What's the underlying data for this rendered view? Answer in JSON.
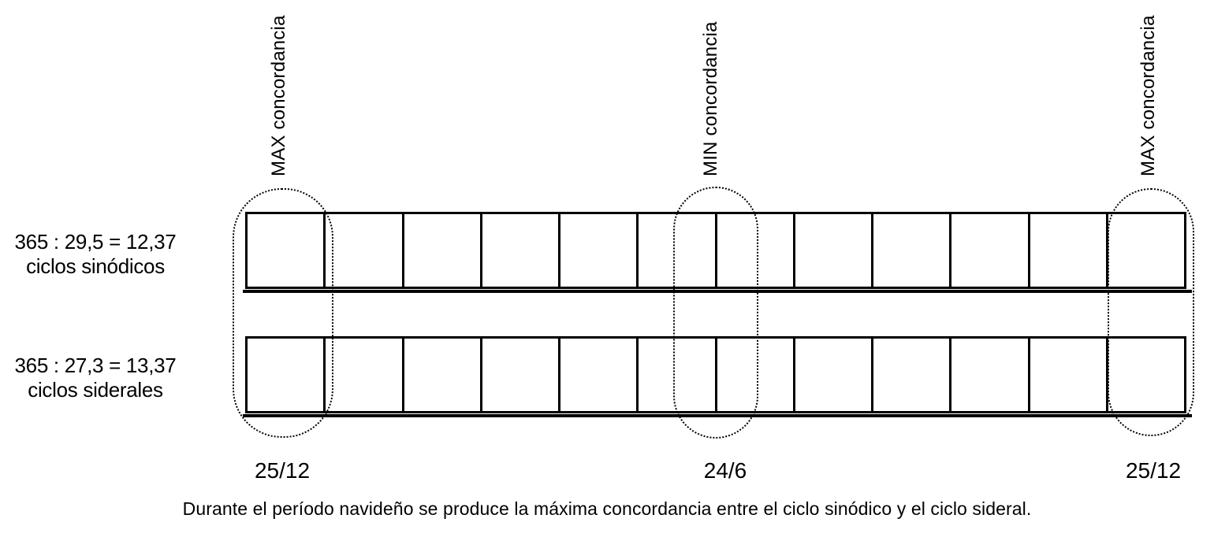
{
  "diagram": {
    "top_labels": [
      {
        "text": "MAX concordancia"
      },
      {
        "text": "MIN concordancia"
      },
      {
        "text": "MAX concordancia"
      }
    ],
    "rows": [
      {
        "formula": "365 : 29,5 = 12,37",
        "name": "ciclos sinódicos",
        "cells": 12
      },
      {
        "formula": "365 : 27,3 = 13,37",
        "name": "ciclos siderales",
        "cells": 12
      }
    ],
    "highlights": [
      {
        "type": "MAX",
        "date": "25/12"
      },
      {
        "type": "MIN",
        "date": "24/6"
      },
      {
        "type": "MAX",
        "date": "25/12"
      }
    ],
    "caption": "Durante el período navideño se produce la máxima concordancia entre el ciclo sinódico y el ciclo sideral.",
    "colors": {
      "ink": "#000000",
      "background": "#ffffff"
    }
  }
}
